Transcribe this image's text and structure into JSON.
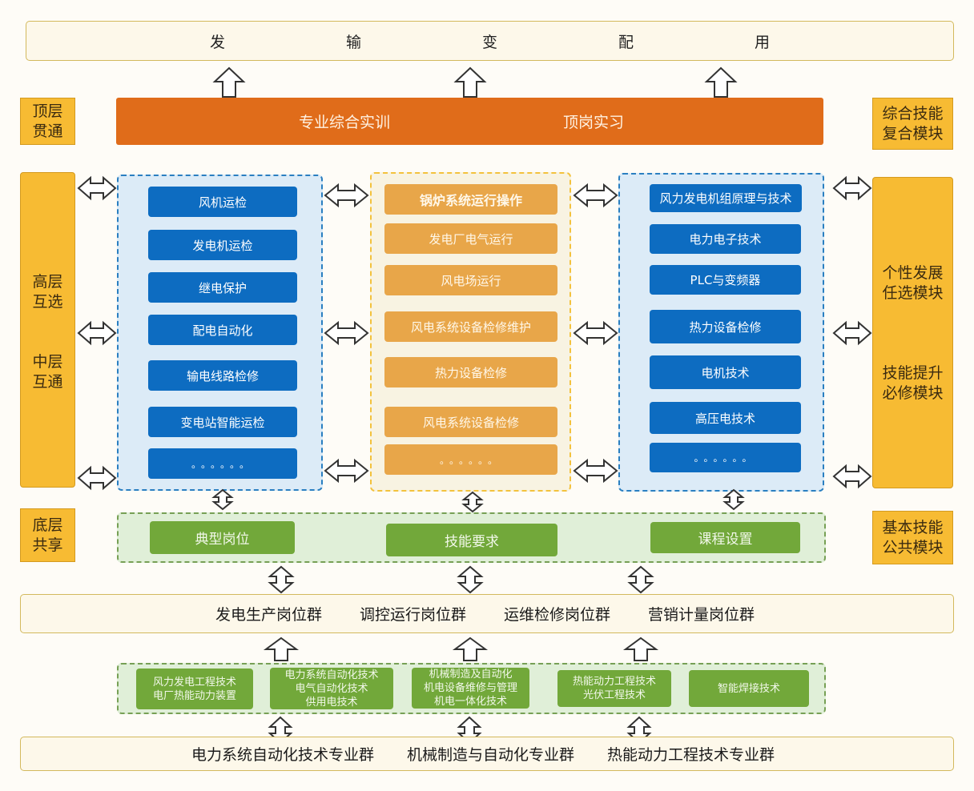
{
  "top_bar": {
    "chars": [
      "发",
      "输",
      "变",
      "配",
      "用"
    ]
  },
  "orange_bar": {
    "left_label": "专业综合实训",
    "right_label": "顶岗实习"
  },
  "left_tags": {
    "top": [
      "顶层",
      "贯通"
    ],
    "middle_high": [
      "高层",
      "互选"
    ],
    "middle_mid": [
      "中层",
      "互通"
    ],
    "bottom": [
      "底层",
      "共享"
    ]
  },
  "right_tags": {
    "top": [
      "综合技能",
      "复合模块"
    ],
    "optional": [
      "个性发展",
      "任选模块"
    ],
    "required": [
      "技能提升",
      "必修模块"
    ],
    "bottom": [
      "基本技能",
      "公共模块"
    ]
  },
  "columns": {
    "left": [
      "风机运检",
      "发电机运检",
      "继电保护",
      "配电自动化",
      "输电线路检修",
      "变电站智能运检",
      "。。。。。。"
    ],
    "middle": [
      "锅炉系统运行操作",
      "发电厂电气运行",
      "风电场运行",
      "风电系统设备检修维护",
      "热力设备检修",
      "风电系统设备检修",
      "。。。。。。"
    ],
    "right": [
      "风力发电机组原理与技术",
      "电力电子技术",
      "PLC与变频器",
      "热力设备检修",
      "电机技术",
      "高压电技术",
      "。。。。。。"
    ]
  },
  "shared_row": [
    "典型岗位",
    "技能要求",
    "课程设置"
  ],
  "job_groups": [
    "发电生产岗位群",
    "调控运行岗位群",
    "运维检修岗位群",
    "营销计量岗位群"
  ],
  "majors": [
    [
      "风力发电工程技术",
      "电厂热能动力装置"
    ],
    [
      "电力系统自动化技术",
      "电气自动化技术",
      "供用电技术"
    ],
    [
      "机械制造及自动化",
      "机电设备维修与管理",
      "机电一体化技术"
    ],
    [
      "热能动力工程技术",
      "光伏工程技术"
    ],
    [
      "智能焊接技术"
    ]
  ],
  "professional_groups": [
    "电力系统自动化技术专业群",
    "机械制造与自动化专业群",
    "热能动力工程技术专业群"
  ],
  "colors": {
    "orange_bar": "#e06c1a",
    "yellow_tag": "#f7bb33",
    "blue_chip": "#0d6cc1",
    "orange_chip": "#e8a649",
    "green_chip": "#72a83a",
    "cream": "#fdf8ea"
  }
}
